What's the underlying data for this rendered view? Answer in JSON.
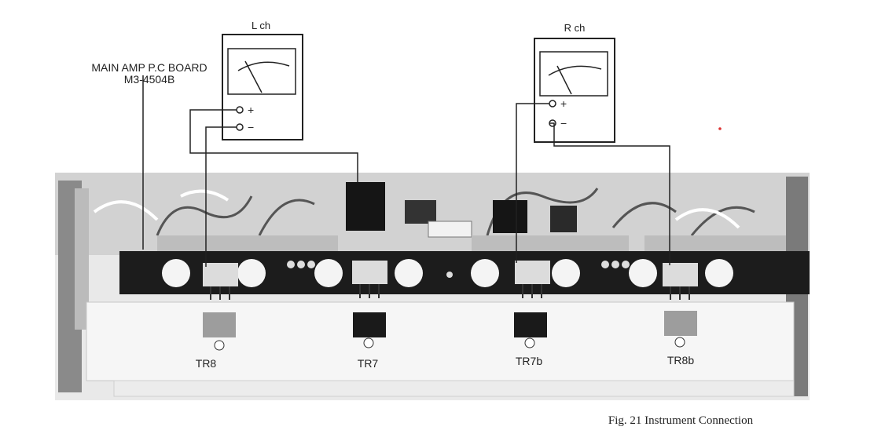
{
  "meters": {
    "left": {
      "label": "L ch",
      "plus": "+",
      "minus": "−"
    },
    "right": {
      "label": "R ch",
      "plus": "+",
      "minus": "−"
    }
  },
  "board": {
    "label_line1": "MAIN AMP P.C BOARD",
    "label_line2": "M3-4504B"
  },
  "transistors": {
    "tr8": "TR8",
    "tr7": "TR7",
    "tr7b": "TR7b",
    "tr8b": "TR8b"
  },
  "caption": "Fig. 21  Instrument Connection"
}
